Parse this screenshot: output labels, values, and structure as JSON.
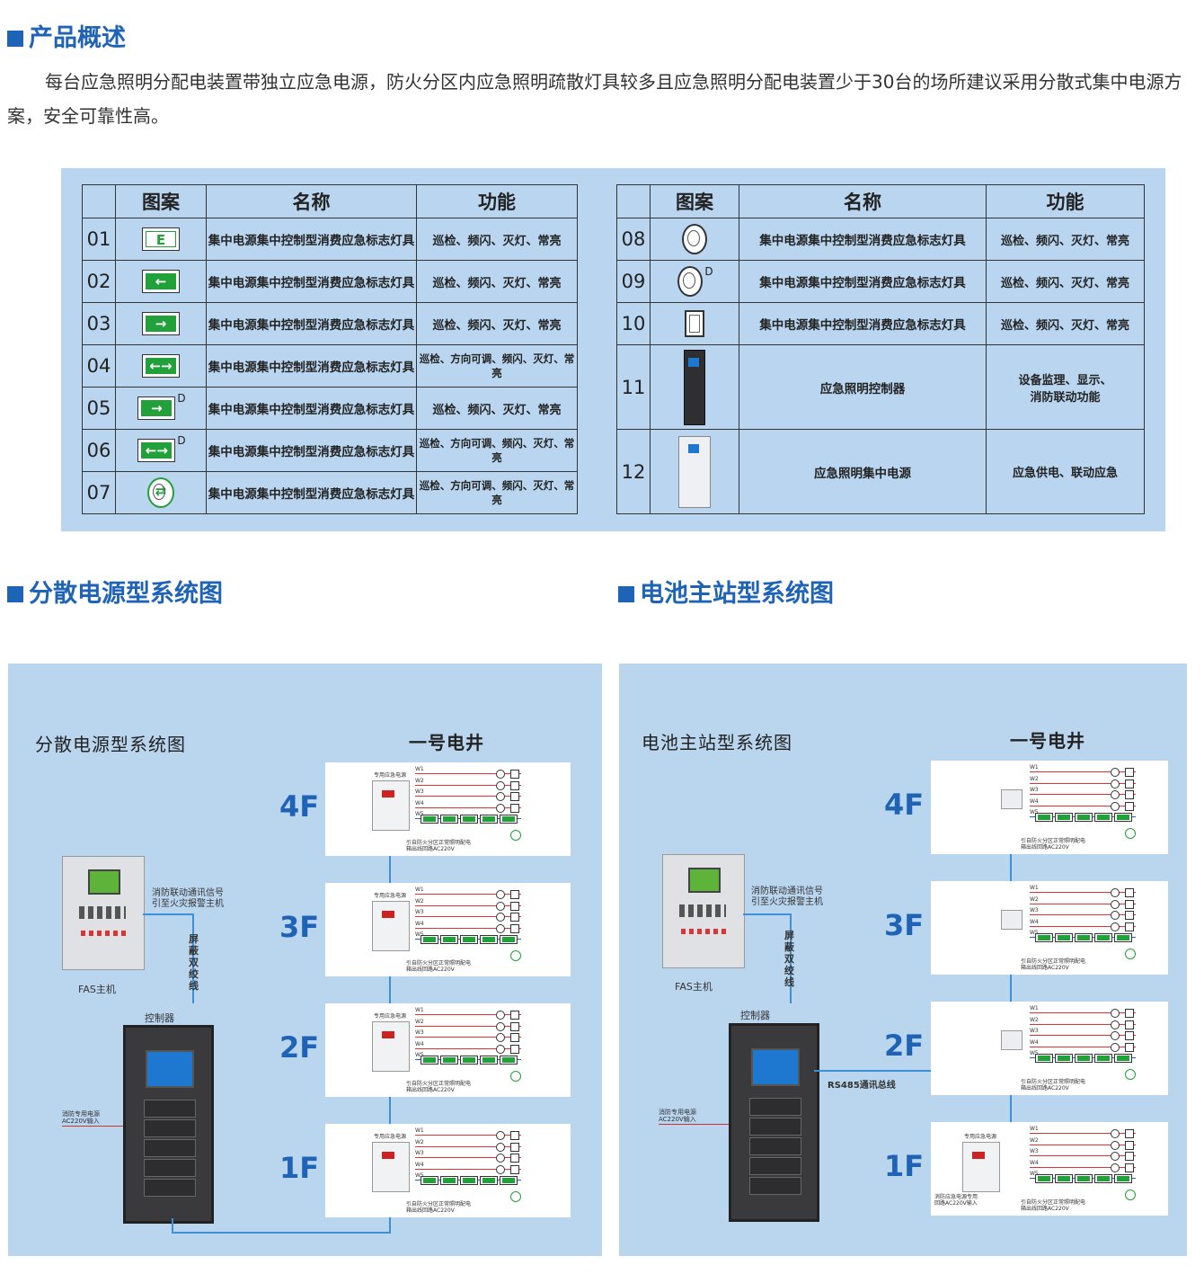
{
  "overview": {
    "heading": "产品概述",
    "text": "每台应急照明分配电装置带独立应急电源，防火分区内应急照明疏散灯具较多且应急照明分配电装置少于30台的场所建议采用分散式集中电源方案，安全可靠性高。"
  },
  "table": {
    "headers": {
      "icon": "图案",
      "name": "名称",
      "func": "功能"
    },
    "left_rows": [
      {
        "num": "01",
        "icon": "exit-sign-E",
        "glyph": "E",
        "name": "集中电源集中控制型消费应急标志灯具",
        "func": "巡检、频闪、灭灯、常亮"
      },
      {
        "num": "02",
        "icon": "exit-sign-arrow-left",
        "glyph": "←",
        "name": "集中电源集中控制型消费应急标志灯具",
        "func": "巡检、频闪、灭灯、常亮"
      },
      {
        "num": "03",
        "icon": "exit-sign-arrow-right",
        "glyph": "→",
        "name": "集中电源集中控制型消费应急标志灯具",
        "func": "巡检、频闪、灭灯、常亮"
      },
      {
        "num": "04",
        "icon": "exit-sign-arrow-both",
        "glyph": "←→",
        "name": "集中电源集中控制型消费应急标志灯具",
        "func": "巡检、方向可调、频闪、灭灯、常亮"
      },
      {
        "num": "05",
        "icon": "exit-sign-arrow-right-d",
        "glyph": "→",
        "sup": "D",
        "name": "集中电源集中控制型消费应急标志灯具",
        "func": "巡检、频闪、灭灯、常亮"
      },
      {
        "num": "06",
        "icon": "exit-sign-arrow-both-d",
        "glyph": "←→",
        "sup": "D",
        "name": "集中电源集中控制型消费应急标志灯具",
        "func": "巡检、方向可调、频闪、灭灯、常亮"
      },
      {
        "num": "07",
        "icon": "floor-sign-round",
        "glyph": "⇄",
        "name": "集中电源集中控制型消费应急标志灯具",
        "func": "巡检、方向可调、频闪、灭灯、常亮"
      }
    ],
    "right_rows": [
      {
        "num": "08",
        "icon": "round-light",
        "name": "集中电源集中控制型消费应急标志灯具",
        "func": "巡检、频闪、灭灯、常亮"
      },
      {
        "num": "09",
        "icon": "round-light-d",
        "sup": "D",
        "name": "集中电源集中控制型消费应急标志灯具",
        "func": "巡检、频闪、灭灯、常亮"
      },
      {
        "num": "10",
        "icon": "square-light",
        "name": "集中电源集中控制型消费应急标志灯具",
        "func": "巡检、频闪、灭灯、常亮"
      },
      {
        "num": "11",
        "icon": "controller-cabinet",
        "name": "应急照明控制器",
        "func_line1": "设备监理、显示、",
        "func_line2": "消防联动功能"
      },
      {
        "num": "12",
        "icon": "power-cabinet",
        "name": "应急照明集中电源",
        "func": "应急供电、联动应急"
      }
    ]
  },
  "left_diagram": {
    "heading": "分散电源型系统图",
    "title": "分散电源型系统图",
    "shaft": "一号电井",
    "floors": [
      "4F",
      "3F",
      "2F",
      "1F"
    ],
    "fas_label": "FAS主机",
    "fas_signal_1": "消防联动通讯信号",
    "fas_signal_2": "引至火灾报警主机",
    "cable": "屏蔽双绞线",
    "controller": "控制器",
    "power_in_1": "消防专用电源",
    "power_in_2": "AC220V输入",
    "box_label": "专用应急电源",
    "circuits": [
      "W1",
      "W2",
      "W3",
      "W4",
      "W5"
    ],
    "note_1": "引自防火分区正常照明配电",
    "note_2": "箱出线回路AC220V"
  },
  "right_diagram": {
    "heading": "电池主站型系统图",
    "title": "电池主站型系统图",
    "shaft": "一号电井",
    "floors": [
      "4F",
      "3F",
      "2F",
      "1F"
    ],
    "fas_label": "FAS主机",
    "fas_signal_1": "消防联动通讯信号",
    "fas_signal_2": "引至火灾报警主机",
    "cable": "屏蔽双绞线",
    "controller": "控制器",
    "bus": "RS485通讯总线",
    "power_in_1": "消防专用电源",
    "power_in_2": "AC220V输入",
    "box_label": "专用应急电源",
    "box_sub_1": "消防应急电源专用",
    "box_sub_2": "回路AC220V输入",
    "circuits": [
      "W1",
      "W2",
      "W3",
      "W4",
      "W5"
    ],
    "note_1": "引自防火分区正常照明配电",
    "note_2": "箱出线回路AC220V"
  },
  "colors": {
    "accent": "#1f63b6",
    "panel": "#bad5ee",
    "sign_green": "#22a03a",
    "wire": "#3d8fd6"
  }
}
